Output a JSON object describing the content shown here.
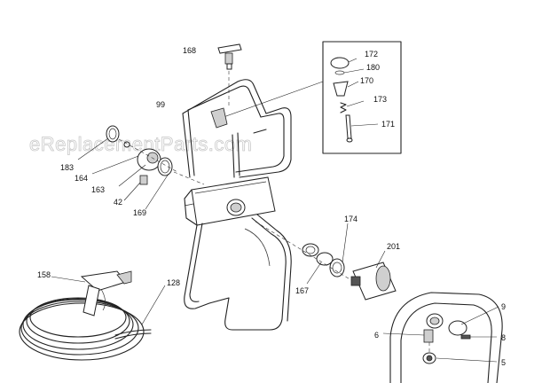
{
  "watermark": "eReplacementParts.com",
  "labels": {
    "p168": "168",
    "p172": "172",
    "p180": "180",
    "p170": "170",
    "p173": "173",
    "p171": "171",
    "p99": "99",
    "p183": "183",
    "p164": "164",
    "p163": "163",
    "p42": "42",
    "p169": "169",
    "p174": "174",
    "p201": "201",
    "p167": "167",
    "p158": "158",
    "p128": "128",
    "p9": "9",
    "p6": "6",
    "p8": "8",
    "p5": "5"
  }
}
